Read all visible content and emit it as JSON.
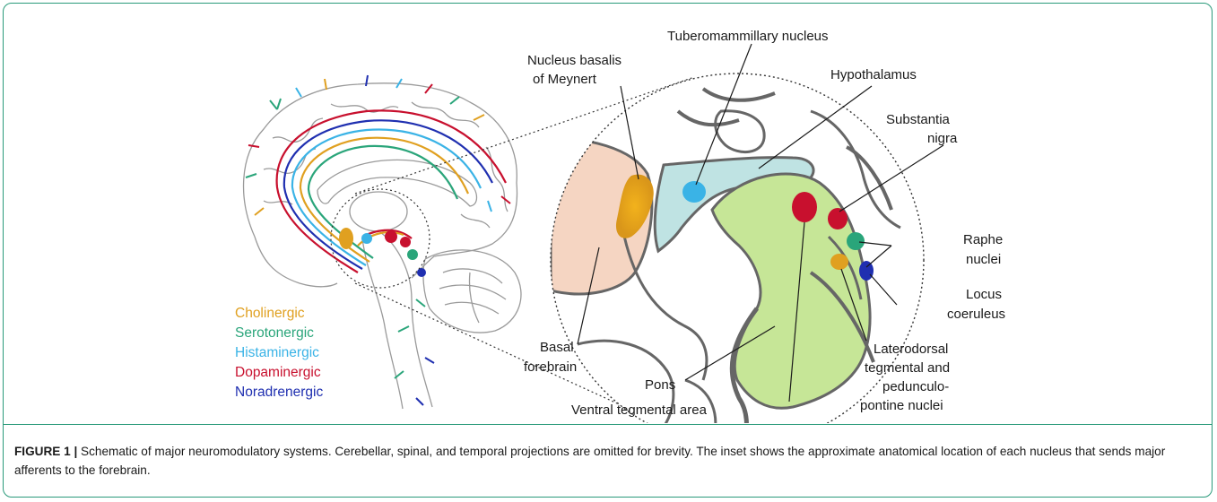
{
  "labels": {
    "tuberomammillary": "Tuberomammillary nucleus",
    "nucleus_basalis_1": "Nucleus basalis",
    "nucleus_basalis_2": "of Meynert",
    "hypothalamus": "Hypothalamus",
    "substantia_1": "Substantia",
    "substantia_2": "nigra",
    "raphe_1": "Raphe",
    "raphe_2": "nuclei",
    "locus_1": "Locus",
    "locus_2": "coeruleus",
    "ltd_1": "Laterodorsal",
    "ltd_2": "tegmental and",
    "ltd_3": "pedunculo-",
    "ltd_4": "pontine nuclei",
    "basal_1": "Basal",
    "basal_2": "forebrain",
    "pons": "Pons",
    "vta": "Ventral tegmental area"
  },
  "legend": [
    {
      "label": "Cholinergic",
      "color": "#e0a020"
    },
    {
      "label": "Serotonergic",
      "color": "#2aa57a"
    },
    {
      "label": "Histaminergic",
      "color": "#3ab3e6"
    },
    {
      "label": "Dopaminergic",
      "color": "#c8102e"
    },
    {
      "label": "Noradrenergic",
      "color": "#1f2fb0"
    }
  ],
  "caption": {
    "lead": "FIGURE 1 |",
    "text": " Schematic of major neuromodulatory systems. Cerebellar, spinal, and temporal projections are omitted for brevity. The inset shows the approximate anatomical location of each nucleus that sends major afferents to the forebrain."
  }
}
